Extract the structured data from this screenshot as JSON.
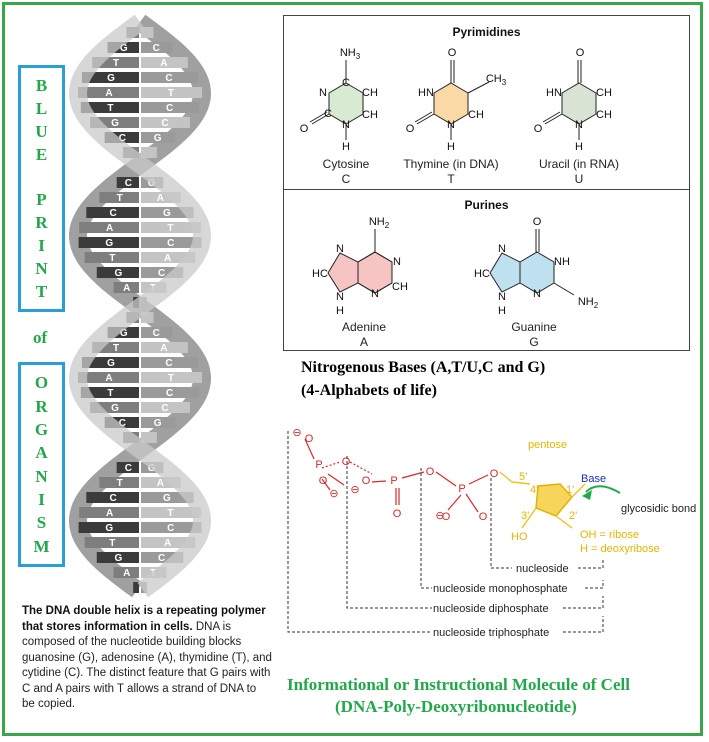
{
  "side_label": {
    "top_letters": [
      "B",
      "L",
      "U",
      "E",
      "",
      "P",
      "R",
      "I",
      "N",
      "T"
    ],
    "middle": "of",
    "bottom_letters": [
      "O",
      "R",
      "G",
      "A",
      "N",
      "I",
      "S",
      "M"
    ]
  },
  "helix": {
    "letters": [
      "C",
      "G",
      "G",
      "C",
      "T",
      "A",
      "G",
      "C",
      "A",
      "T",
      "T",
      "C",
      "G",
      "C",
      "C",
      "G",
      "T",
      "A",
      "C",
      "G",
      "T",
      "A",
      "C",
      "G",
      "A",
      "T",
      "G",
      "C",
      "T",
      "A",
      "G",
      "C",
      "A",
      "T",
      "C",
      "G"
    ]
  },
  "bases": {
    "pyrimidines_title": "Pyrimidines",
    "purines_title": "Purines",
    "cytosine": {
      "name": "Cytosine",
      "letter": "C"
    },
    "thymine": {
      "name": "Thymine (in DNA)",
      "letter": "T"
    },
    "uracil": {
      "name": "Uracil (in RNA)",
      "letter": "U"
    },
    "adenine": {
      "name": "Adenine",
      "letter": "A"
    },
    "guanine": {
      "name": "Guanine",
      "letter": "G"
    },
    "atoms": {
      "N": "N",
      "C": "C",
      "O": "O",
      "H": "H",
      "CH": "CH",
      "HC": "HC",
      "HN": "HN",
      "NH": "NH",
      "NH2": "NH",
      "NH3": "NH",
      "CH3": "CH",
      "sub2": "2",
      "sub3": "3"
    }
  },
  "nitrogenous": {
    "line1": "Nitrogenous Bases (A,T/U,C and G)",
    "line2": "(4-Alphabets of life)"
  },
  "caption": {
    "bold": "The DNA double helix is a repeating polymer that stores information in cells.",
    "text": "DNA is composed of the nucleotide building blocks guanosine (G), adenosine (A), thymidine (T), and cytidine (C). The distinct feature that G pairs with C and A pairs with T allows a strand of DNA to be copied."
  },
  "nucleotide": {
    "pentose": "pentose",
    "base": "Base",
    "glycosidic": "glycosidic bond",
    "oh_ribose": "OH = ribose",
    "h_deoxy": "H = deoxyribose",
    "ho": "HO",
    "c5": "5'",
    "c4": "4'",
    "c3": "3'",
    "c2": "2'",
    "c1": "1'",
    "P": "P",
    "O": "O",
    "minus": "⊖",
    "nucleoside": "nucleoside",
    "mono": "nucleoside monophosphate",
    "di": "nucleoside diphosphate",
    "tri": "nucleoside triphosphate"
  },
  "footer": {
    "line1": "Informational or Instructional Molecule of Cell",
    "line2": "(DNA-Poly-Deoxyribonucleotide)"
  },
  "colors": {
    "frame": "#3aa64a",
    "box": "#2a9fd6",
    "green_text": "#22a84a",
    "phosphate_red": "#d42a2a",
    "pentose_yellow": "#f0c419",
    "base_blue": "#1f2fb0",
    "cytosine_fill": "#d8ead2",
    "thymine_fill": "#fbd9a6",
    "uracil_fill": "#d9e3d4",
    "adenine_fill": "#f7c4c4",
    "guanine_fill": "#bfe0ee"
  }
}
